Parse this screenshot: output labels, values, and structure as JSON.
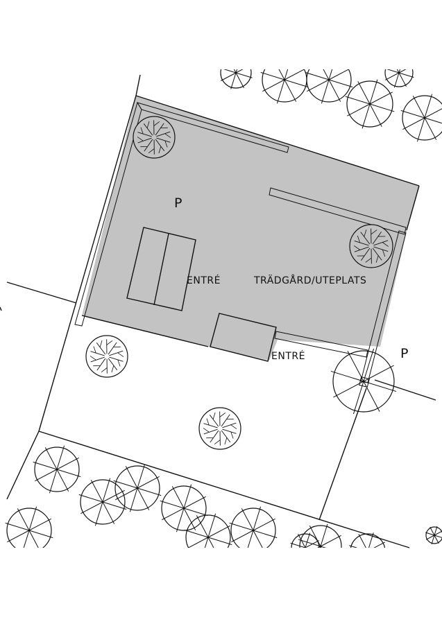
{
  "labels": {
    "parking_main": "P",
    "parking_side": "P",
    "entrance_main": "ENTRÉ",
    "entrance_secondary": "ENTRÉ",
    "garden": "TRÄDGÅRD/UTEPLATS"
  },
  "colors": {
    "shaded_area": "#c3c3c3",
    "line": "#111111",
    "background": "#ffffff"
  },
  "icons": {
    "tree": "tree-symbol"
  }
}
